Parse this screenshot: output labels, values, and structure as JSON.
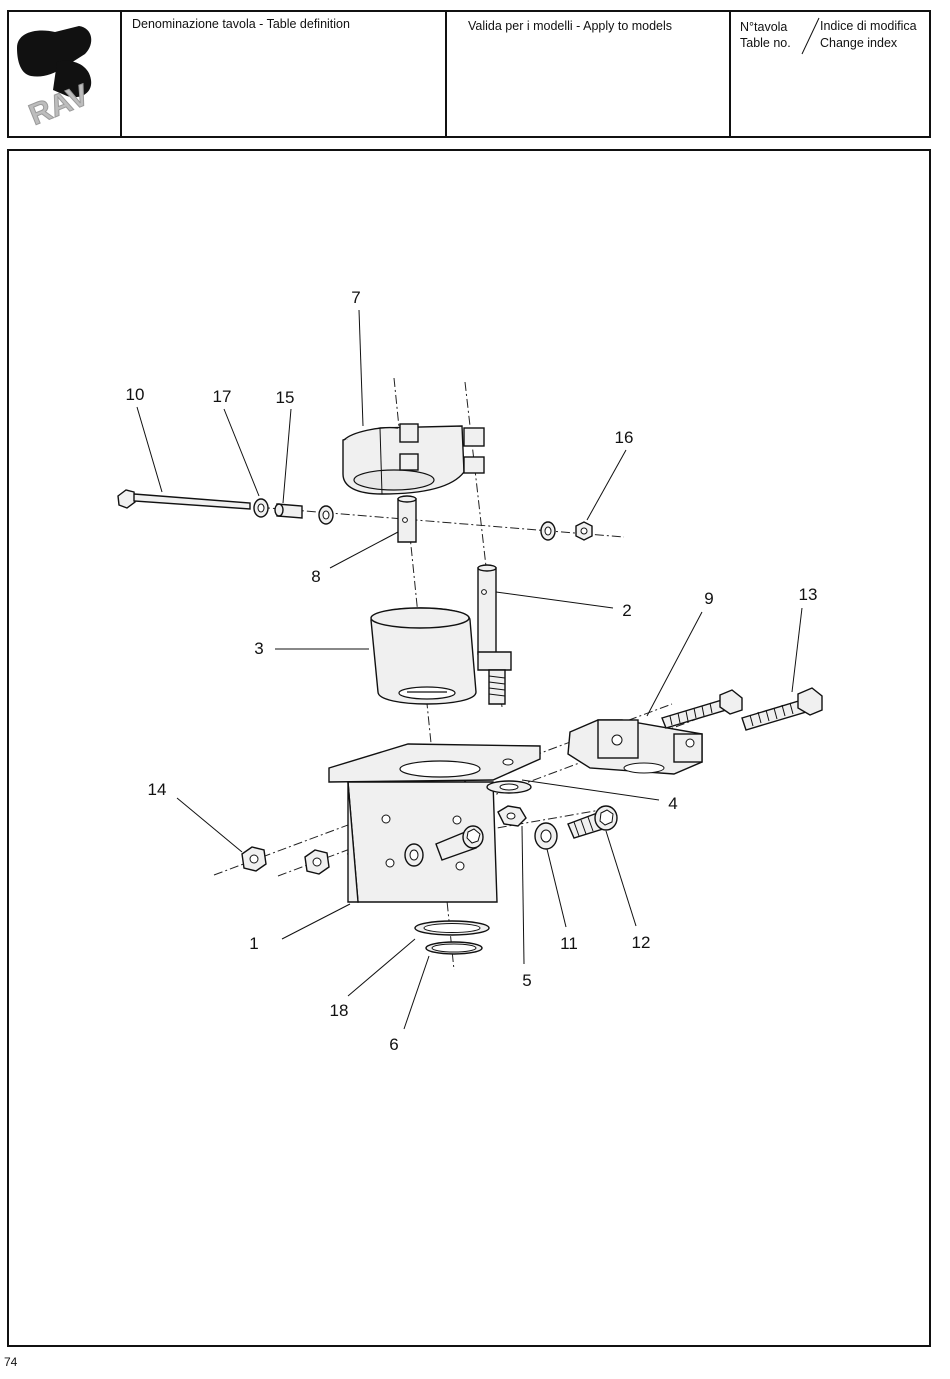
{
  "header": {
    "table_definition_label": "Denominazione tavola - Table definition",
    "models_label": "Valida per i modelli - Apply to models",
    "table_no_it": "N°tavola",
    "table_no_en": "Table no.",
    "change_index_it": "Indice di modifica",
    "change_index_en": "Change index",
    "logo_text": "RAV"
  },
  "callouts": [
    {
      "id": "c7",
      "label": "7"
    },
    {
      "id": "c10",
      "label": "10"
    },
    {
      "id": "c17",
      "label": "17"
    },
    {
      "id": "c15",
      "label": "15"
    },
    {
      "id": "c16",
      "label": "16"
    },
    {
      "id": "c8",
      "label": "8"
    },
    {
      "id": "c2",
      "label": "2"
    },
    {
      "id": "c9",
      "label": "9"
    },
    {
      "id": "c13",
      "label": "13"
    },
    {
      "id": "c3",
      "label": "3"
    },
    {
      "id": "c14",
      "label": "14"
    },
    {
      "id": "c4",
      "label": "4"
    },
    {
      "id": "c1",
      "label": "1"
    },
    {
      "id": "c11",
      "label": "11"
    },
    {
      "id": "c12",
      "label": "12"
    },
    {
      "id": "c5",
      "label": "5"
    },
    {
      "id": "c18",
      "label": "18"
    },
    {
      "id": "c6",
      "label": "6"
    }
  ],
  "page_number": "74"
}
